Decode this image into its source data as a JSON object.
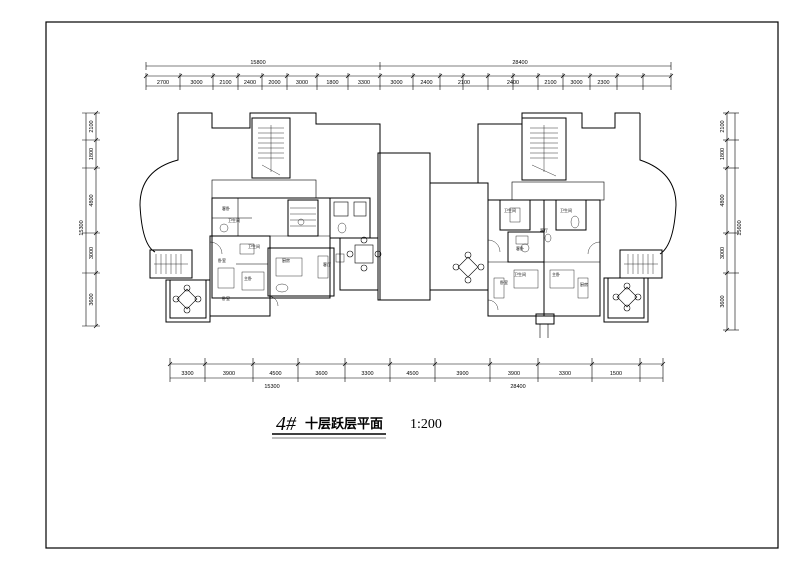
{
  "title": {
    "number": "4#",
    "text": "十层跃层平面",
    "scale": "1:200"
  },
  "dims": {
    "top_total": [
      "15800",
      "28400"
    ],
    "top_segments": [
      "2700",
      "3000",
      "2100",
      "2400",
      "2000",
      "3000",
      "1800",
      "3300",
      "3000",
      "2400",
      "2100",
      "2400",
      "2100",
      "3000",
      "2300"
    ],
    "bottom_segments": [
      "3300",
      "3900",
      "4500",
      "3600",
      "3300",
      "4500",
      "3900",
      "3900",
      "3300",
      "1500"
    ],
    "bottom_total": [
      "15300",
      "28400"
    ],
    "left_segments": [
      "2100",
      "1800",
      "4800",
      "3000",
      "3600"
    ],
    "left_total": "15300",
    "right_segments": [
      "2100",
      "1800",
      "4800",
      "3000",
      "3600"
    ],
    "right_total": "15600"
  },
  "room_labels": {
    "left": [
      "客卧",
      "卫生间",
      "卧室",
      "主卧",
      "卫生间",
      "厨房",
      "客厅",
      "卧室"
    ],
    "right": [
      "卫生间",
      "卫生间",
      "客卧",
      "卫生间",
      "卧室",
      "主卧",
      "厨房",
      "客厅"
    ]
  }
}
